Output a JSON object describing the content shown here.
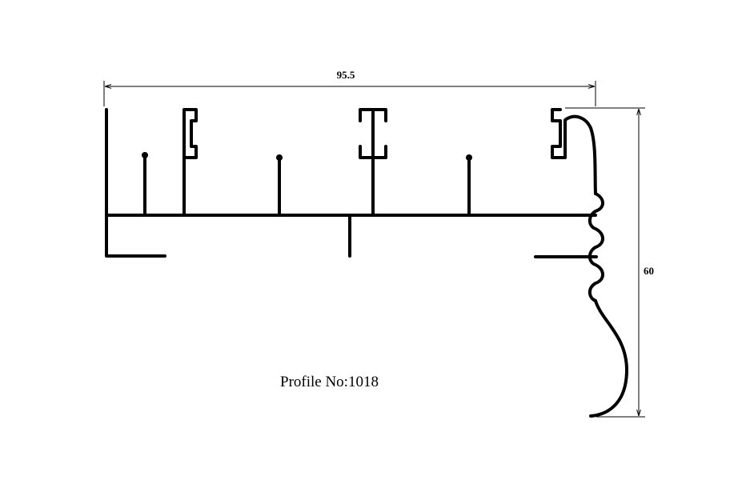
{
  "drawing": {
    "width_dimension": "95.5",
    "height_dimension": "60",
    "caption": "Profile No:1018"
  }
}
